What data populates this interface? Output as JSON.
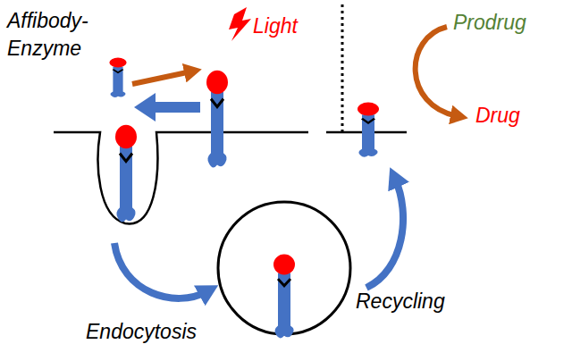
{
  "diagram": {
    "labels": [
      "Affibody-Enzyme",
      "Light",
      "Prodrug",
      "Drug",
      "Endocytosis",
      "Recycling"
    ]
  }
}
